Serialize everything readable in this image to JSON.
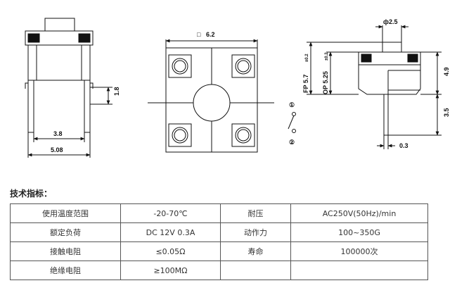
{
  "drawing": {
    "left": {
      "dim_width_inner": "3.8",
      "dim_width_outer": "5.08",
      "dim_pin_height": "1.8"
    },
    "center": {
      "dim_body": "6.2",
      "square_symbol": "□"
    },
    "schematic": {
      "terminal_1": "①",
      "terminal_2": "②"
    },
    "right": {
      "dim_stem": "2.5",
      "diameter_symbol": "ф",
      "fp_label": "FP 5.7",
      "fp_tol": "±0.2",
      "op_label": "OP 5.25",
      "op_tol": "±0.2",
      "dim_body_height": "4.9",
      "dim_pin_length": "3.5",
      "dim_pin_thickness": "0.3"
    }
  },
  "spec": {
    "heading": "技术指标：",
    "rows": [
      {
        "label1": "使用温度范围",
        "value1": "-20-70℃",
        "label2": "耐压",
        "value2": "AC250V(50Hz)/min"
      },
      {
        "label1": "额定负荷",
        "value1": "DC 12V 0.3A",
        "label2": "动作力",
        "value2": "100~350G"
      },
      {
        "label1": "接触电阻",
        "value1": "≤0.05Ω",
        "label2": "寿命",
        "value2": "100000次"
      },
      {
        "label1": "绝缘电阻",
        "value1": "≥100MΩ",
        "label2": "",
        "value2": ""
      }
    ]
  }
}
